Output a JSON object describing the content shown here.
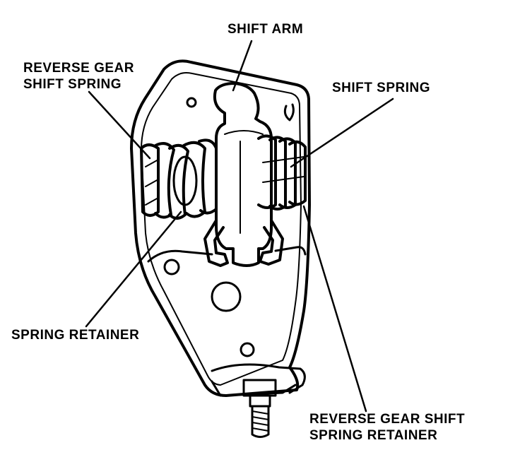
{
  "labels": {
    "shift_arm": "SHIFT ARM",
    "reverse_gear_shift_spring": [
      "REVERSE GEAR",
      "SHIFT SPRING"
    ],
    "shift_spring": "SHIFT SPRING",
    "spring_retainer": "SPRING RETAINER",
    "reverse_gear_shift_spring_retainer": [
      "REVERSE GEAR SHIFT",
      "SPRING RETAINER"
    ]
  },
  "colors": {
    "ink": "#000000",
    "paper": "#ffffff"
  }
}
